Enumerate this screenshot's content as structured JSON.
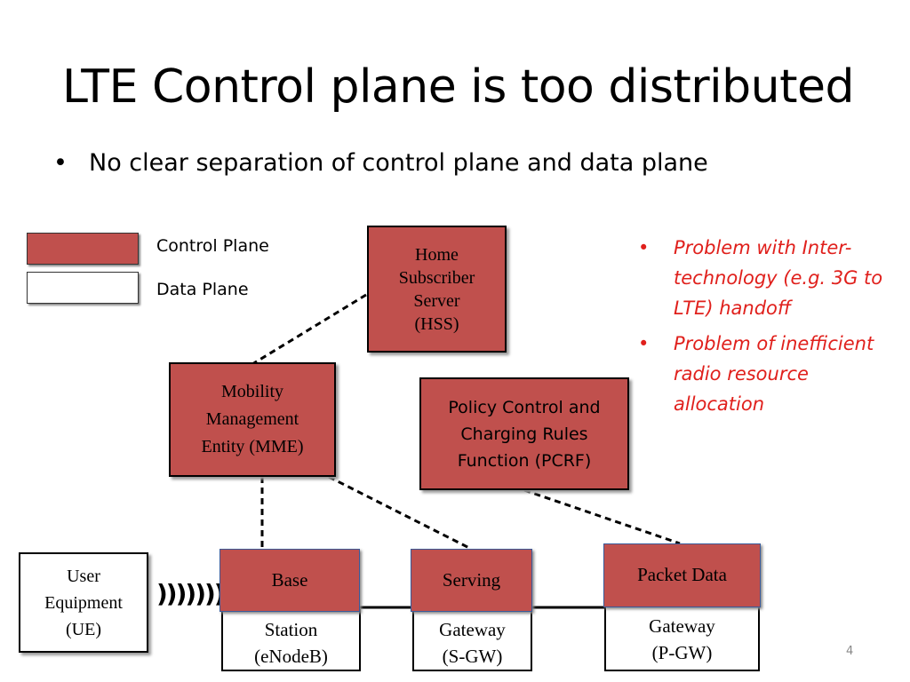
{
  "slide": {
    "title": "LTE Control plane is too distributed",
    "bullet": "No clear separation of control plane and data plane",
    "page_number": "4"
  },
  "legend": {
    "control_label": "Control Plane",
    "data_label": "Data Plane",
    "control_color": "#c0504d",
    "data_color": "#ffffff"
  },
  "nodes": {
    "hss": {
      "line1": "Home",
      "line2": "Subscriber",
      "line3": "Server",
      "line4": "(HSS)"
    },
    "mme": {
      "line1": "Mobility",
      "line2": "Management",
      "line3": "Entity (MME)"
    },
    "pcrf": {
      "line1": "Policy Control and",
      "line2": "Charging Rules",
      "line3": "Function (PCRF)"
    },
    "ue": {
      "line1": "User",
      "line2": "Equipment",
      "line3": "(UE)"
    },
    "enodeb": {
      "top": "Base",
      "line1": "Station",
      "line2": "(eNodeB)"
    },
    "sgw": {
      "top": "Serving",
      "line1": "Gateway",
      "line2": "(S-GW)"
    },
    "pgw": {
      "top": "Packet Data",
      "line1": "Gateway",
      "line2": "(P-GW)"
    },
    "radio": ")))))))"
  },
  "problems": [
    "Problem with Inter-technology (e.g. 3G to LTE) handoff",
    "Problem of inefficient radio resource allocation"
  ],
  "colors": {
    "problem_text": "#e0201c"
  }
}
